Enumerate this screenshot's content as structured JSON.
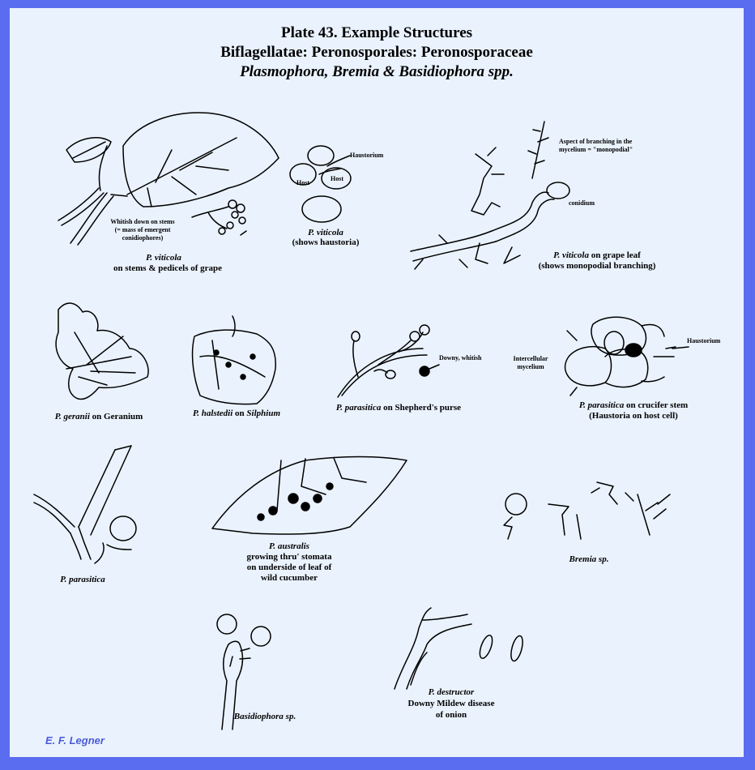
{
  "title": {
    "line1": "Plate 43.  Example Structures",
    "line2": "Biflagellatae: Peronosporales: Peronosporaceae",
    "line3": "Plasmophora, Bremia & Basidiophora spp."
  },
  "labels": {
    "whitish_down_1": "Whitish down on stems",
    "whitish_down_2": "(= mass of emergent",
    "whitish_down_3": "conidiophores)",
    "grape_species": "P. viticola",
    "grape_caption": "on stems & pedicels of grape",
    "haustorium_top": "Haustorium",
    "host_a": "Host",
    "host_b": "Host",
    "haust_species": "P. viticola",
    "haust_caption": "(shows haustoria)",
    "branching_1": "Aspect of branching in the",
    "branching_2": "mycelium = \"monopodial\"",
    "conidium": "conidium",
    "grapeleaf_species": "P. viticola",
    "grapeleaf_caption_a": " on grape leaf",
    "grapeleaf_caption_b": "(shows monopodial branching)",
    "geranii_species": "P. geranii",
    "geranii_caption": " on Geranium",
    "halstedii_species": "P. halstedii",
    "halstedii_on": " on ",
    "halstedii_host": "Silphium",
    "downy_whitish": "Downy, whitish",
    "shepherd_species": "P.  parasitica",
    "shepherd_caption": " on Shepherd's purse",
    "haustorium_right": "Haustorium",
    "intercellular_1": "Intercellular",
    "intercellular_2": "mycelium",
    "crucifer_species": "P. parasitica",
    "crucifer_caption_a": " on crucifer stem",
    "crucifer_caption_b": "(Haustoria on host cell)",
    "parasitica": "P. parasitica",
    "australis_species": "P. australis",
    "australis_1": "growing thru' stomata",
    "australis_2": "on underside of leaf of",
    "australis_3": "wild cucumber",
    "bremia": "Bremia sp.",
    "basidiophora": "Basidiophora sp.",
    "destructor_species": "P. destructor",
    "destructor_1": "Downy Mildew disease",
    "destructor_2": "of onion"
  },
  "credit": "E. F. Legner"
}
